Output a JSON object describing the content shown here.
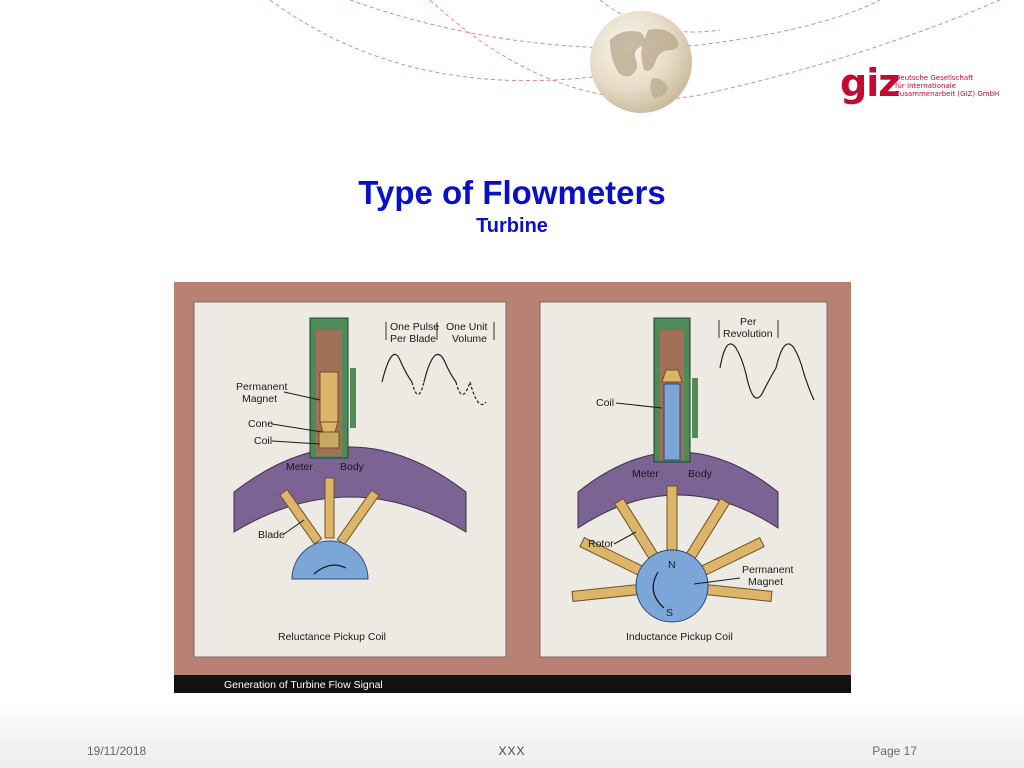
{
  "slide": {
    "title": "Type of Flowmeters",
    "subtitle": "Turbine"
  },
  "logo": {
    "mark": "giz",
    "lines": [
      "Deutsche Gesellschaft",
      "für Internationale",
      "Zusammenarbeit (GIZ) GmbH"
    ]
  },
  "diagram": {
    "caption": "Generation of Turbine Flow Signal",
    "left_panel": {
      "waveform_labels": [
        "One Pulse",
        "Per Blade",
        "One Unit",
        "Volume"
      ],
      "labels": [
        "Permanent",
        "Magnet",
        "Cone",
        "Coil",
        "Meter",
        "Body",
        "Blade"
      ],
      "title": "Reluctance Pickup Coil"
    },
    "right_panel": {
      "waveform_labels": [
        "Per",
        "Revolution"
      ],
      "labels": [
        "Coil",
        "Meter",
        "Body",
        "Rotor",
        "Permanent",
        "Magnet",
        "N",
        "S"
      ],
      "title": "Inductance Pickup Coil"
    }
  },
  "footer": {
    "date": "19/11/2018",
    "center": "XXX",
    "page": "Page 17"
  },
  "colors": {
    "title": "#0a10c8",
    "logo": "#c30a35",
    "frame": "#b98174",
    "meter_body": "#7b6394",
    "blade": "#dcb46a",
    "hub": "#7da6d8"
  }
}
